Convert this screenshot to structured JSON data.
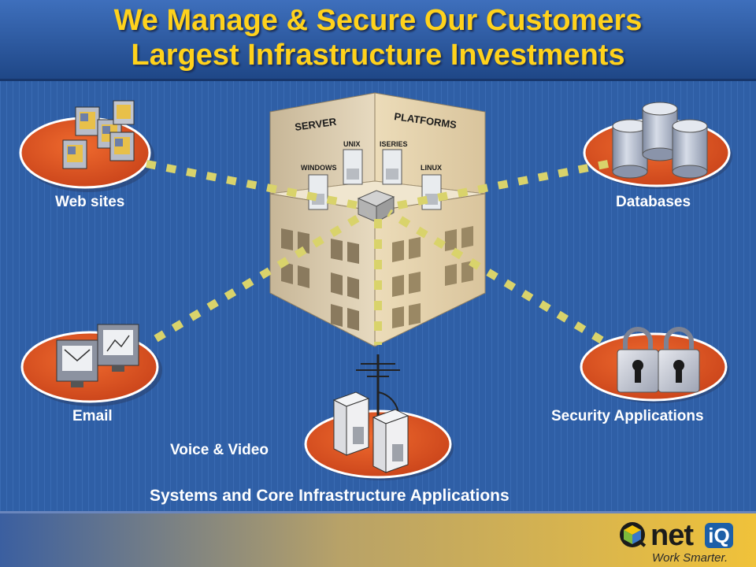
{
  "slide": {
    "title_line1": "We Manage & Secure Our Customers",
    "title_line2": "Largest Infrastructure Investments"
  },
  "building": {
    "left_label": "SERVER",
    "right_label": "PLATFORMS",
    "platforms": [
      "UNIX",
      "ISERIES",
      "WINDOWS",
      "LINUX"
    ]
  },
  "nodes": {
    "web_sites": "Web sites",
    "databases": "Databases",
    "email": "Email",
    "security_applications": "Security Applications",
    "voice_video": "Voice & Video"
  },
  "footer_caption": "Systems and Core Infrastructure Applications",
  "logo": {
    "brand_net": "net",
    "brand_iq": "iQ",
    "tagline": "Work Smarter."
  },
  "colors": {
    "background": "#2f5fa6",
    "title": "#ffd21c",
    "ellipse": "#e0521f",
    "connector": "#d9d36b",
    "footer_band_left": "#3b5fa0",
    "footer_band_right": "#f0c23a"
  },
  "icons": [
    "monitor-icon",
    "database-icon",
    "email-monitor-icon",
    "padlock-icon",
    "server-tower-icon",
    "antenna-icon"
  ]
}
